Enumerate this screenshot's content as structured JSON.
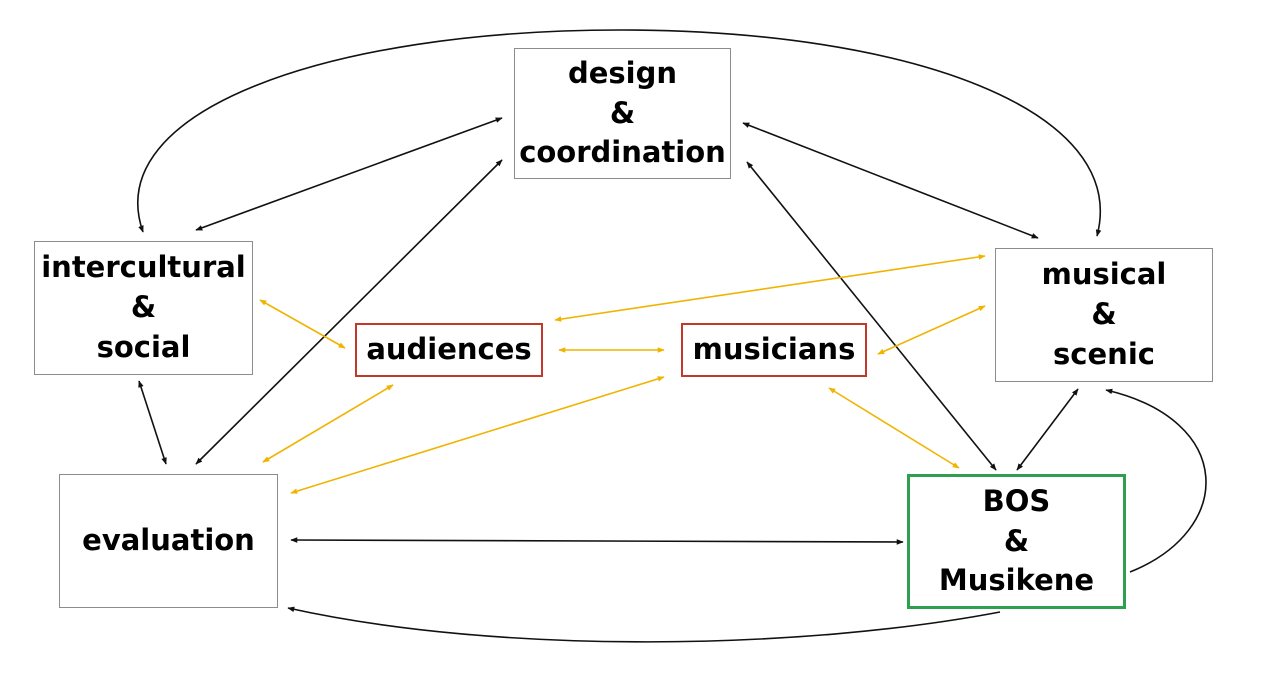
{
  "colors": {
    "black_arrow": "#111111",
    "yellow_arrow": "#f0b400",
    "box_border": "#8c8c8c",
    "red_border": "#c0392b",
    "green_border": "#2e9e4f"
  },
  "nodes": {
    "design": {
      "line1": "design",
      "line2": "&",
      "line3": "coordination"
    },
    "intercultural": {
      "line1": "intercultural",
      "line2": "&",
      "line3": "social"
    },
    "musical": {
      "line1": "musical",
      "line2": "&",
      "line3": "scenic"
    },
    "audiences": {
      "label": "audiences"
    },
    "musicians": {
      "label": "musicians"
    },
    "evaluation": {
      "label": "evaluation"
    },
    "bos": {
      "line1": "BOS",
      "line2": "&",
      "line3": "Musikene"
    }
  }
}
